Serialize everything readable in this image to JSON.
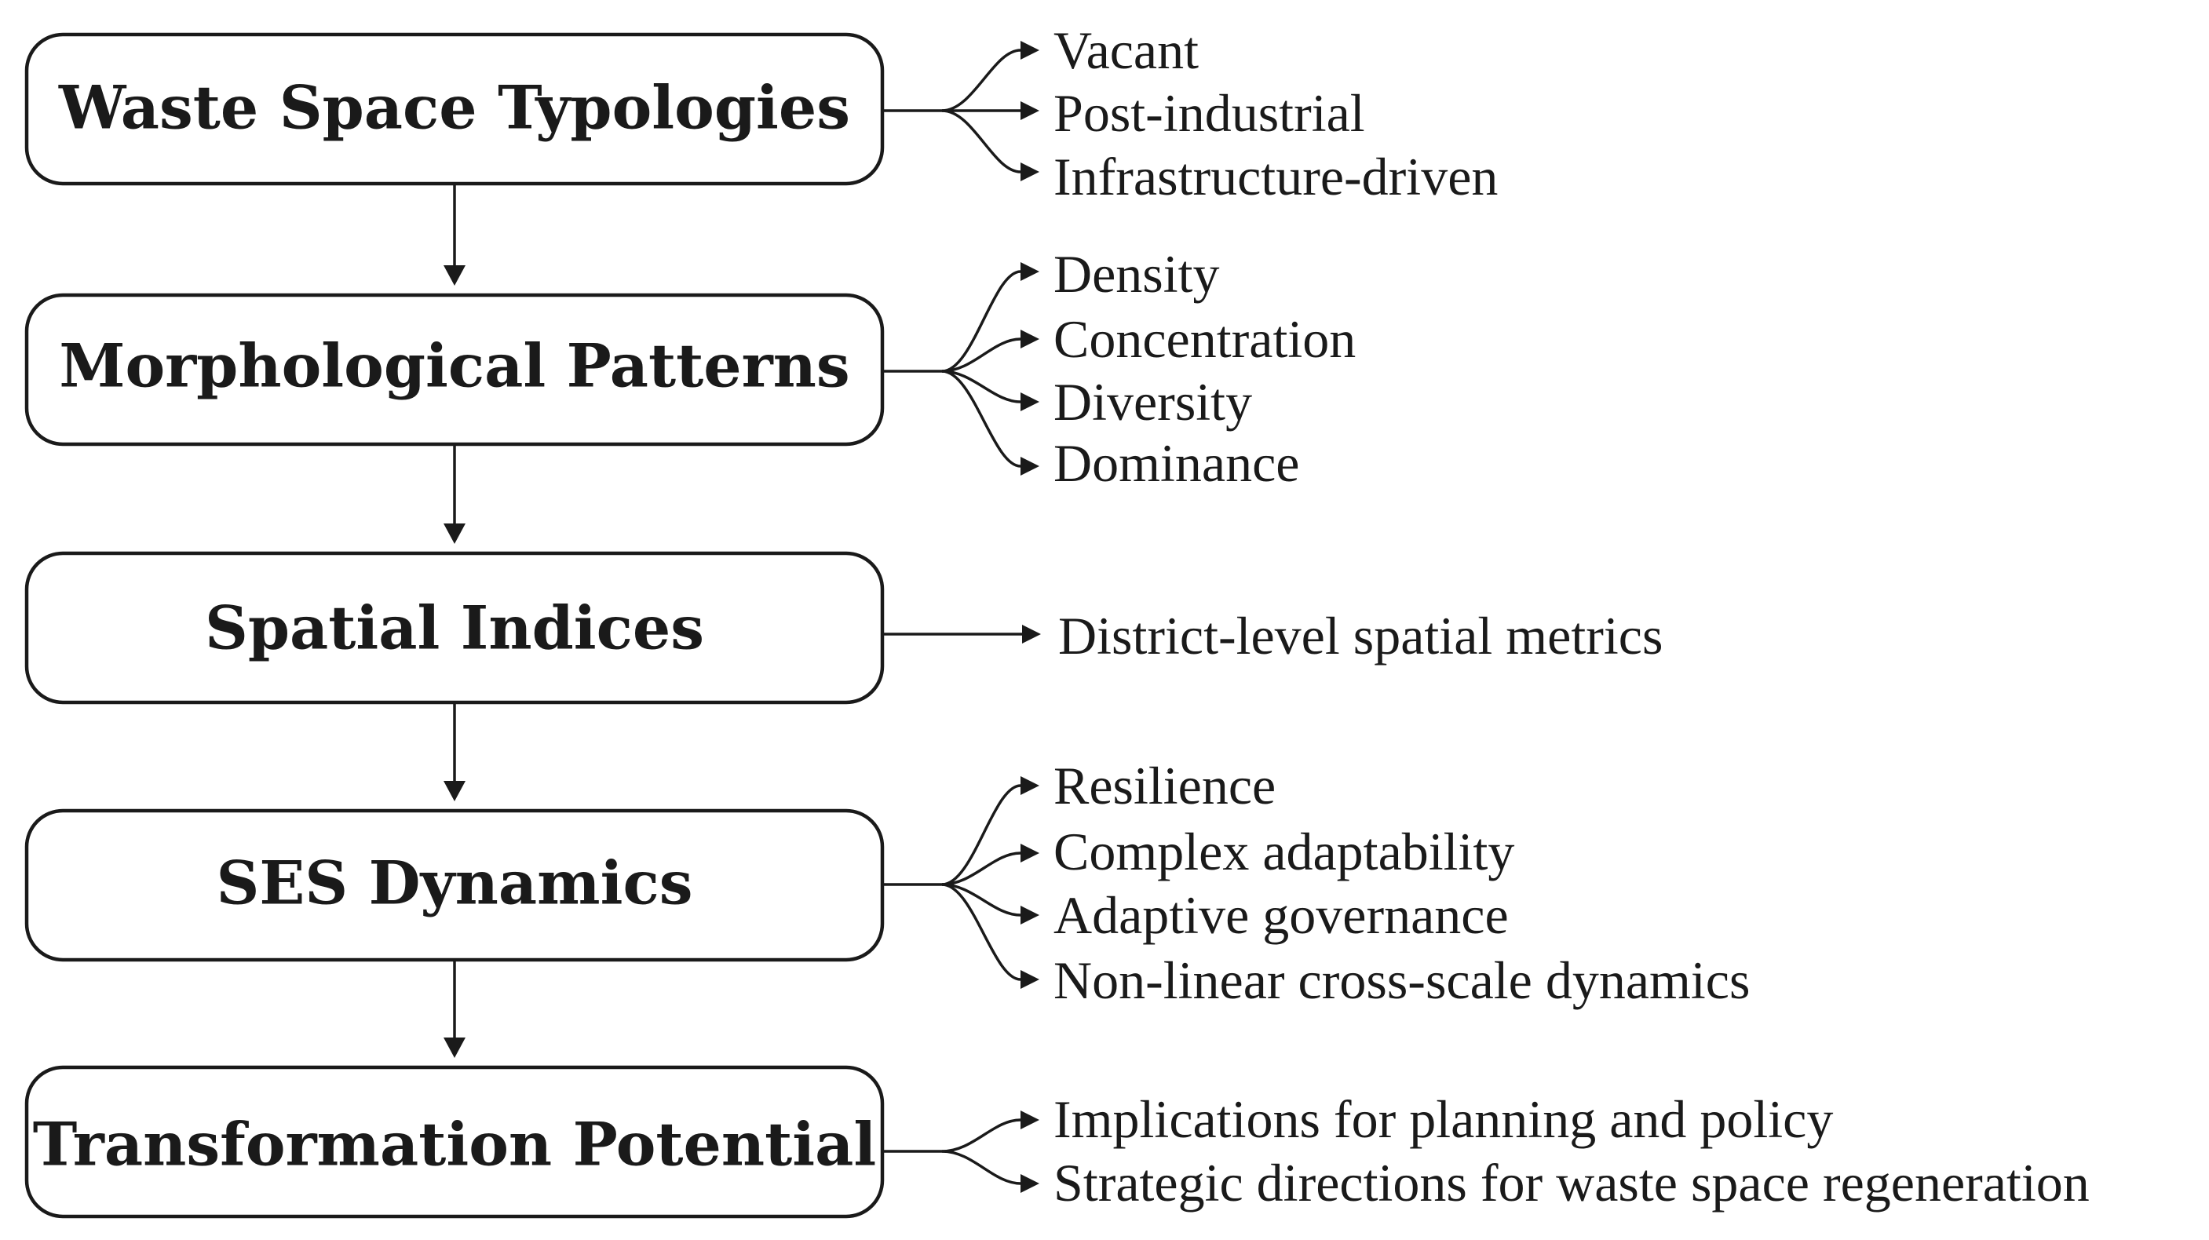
{
  "diagram": {
    "stages": [
      {
        "label": "Waste Space Typologies",
        "items": [
          "Vacant",
          "Post-industrial",
          "Infrastructure-driven"
        ]
      },
      {
        "label": "Morphological Patterns",
        "items": [
          "Density",
          "Concentration",
          "Diversity",
          "Dominance"
        ]
      },
      {
        "label": "Spatial Indices",
        "items": [
          "District-level spatial metrics"
        ]
      },
      {
        "label": "SES Dynamics",
        "items": [
          "Resilience",
          "Complex adaptability",
          "Adaptive governance",
          "Non-linear cross-scale dynamics"
        ]
      },
      {
        "label": "Transformation Potential",
        "items": [
          "Implications for planning and policy",
          "Strategic directions for waste space regeneration"
        ]
      }
    ]
  }
}
